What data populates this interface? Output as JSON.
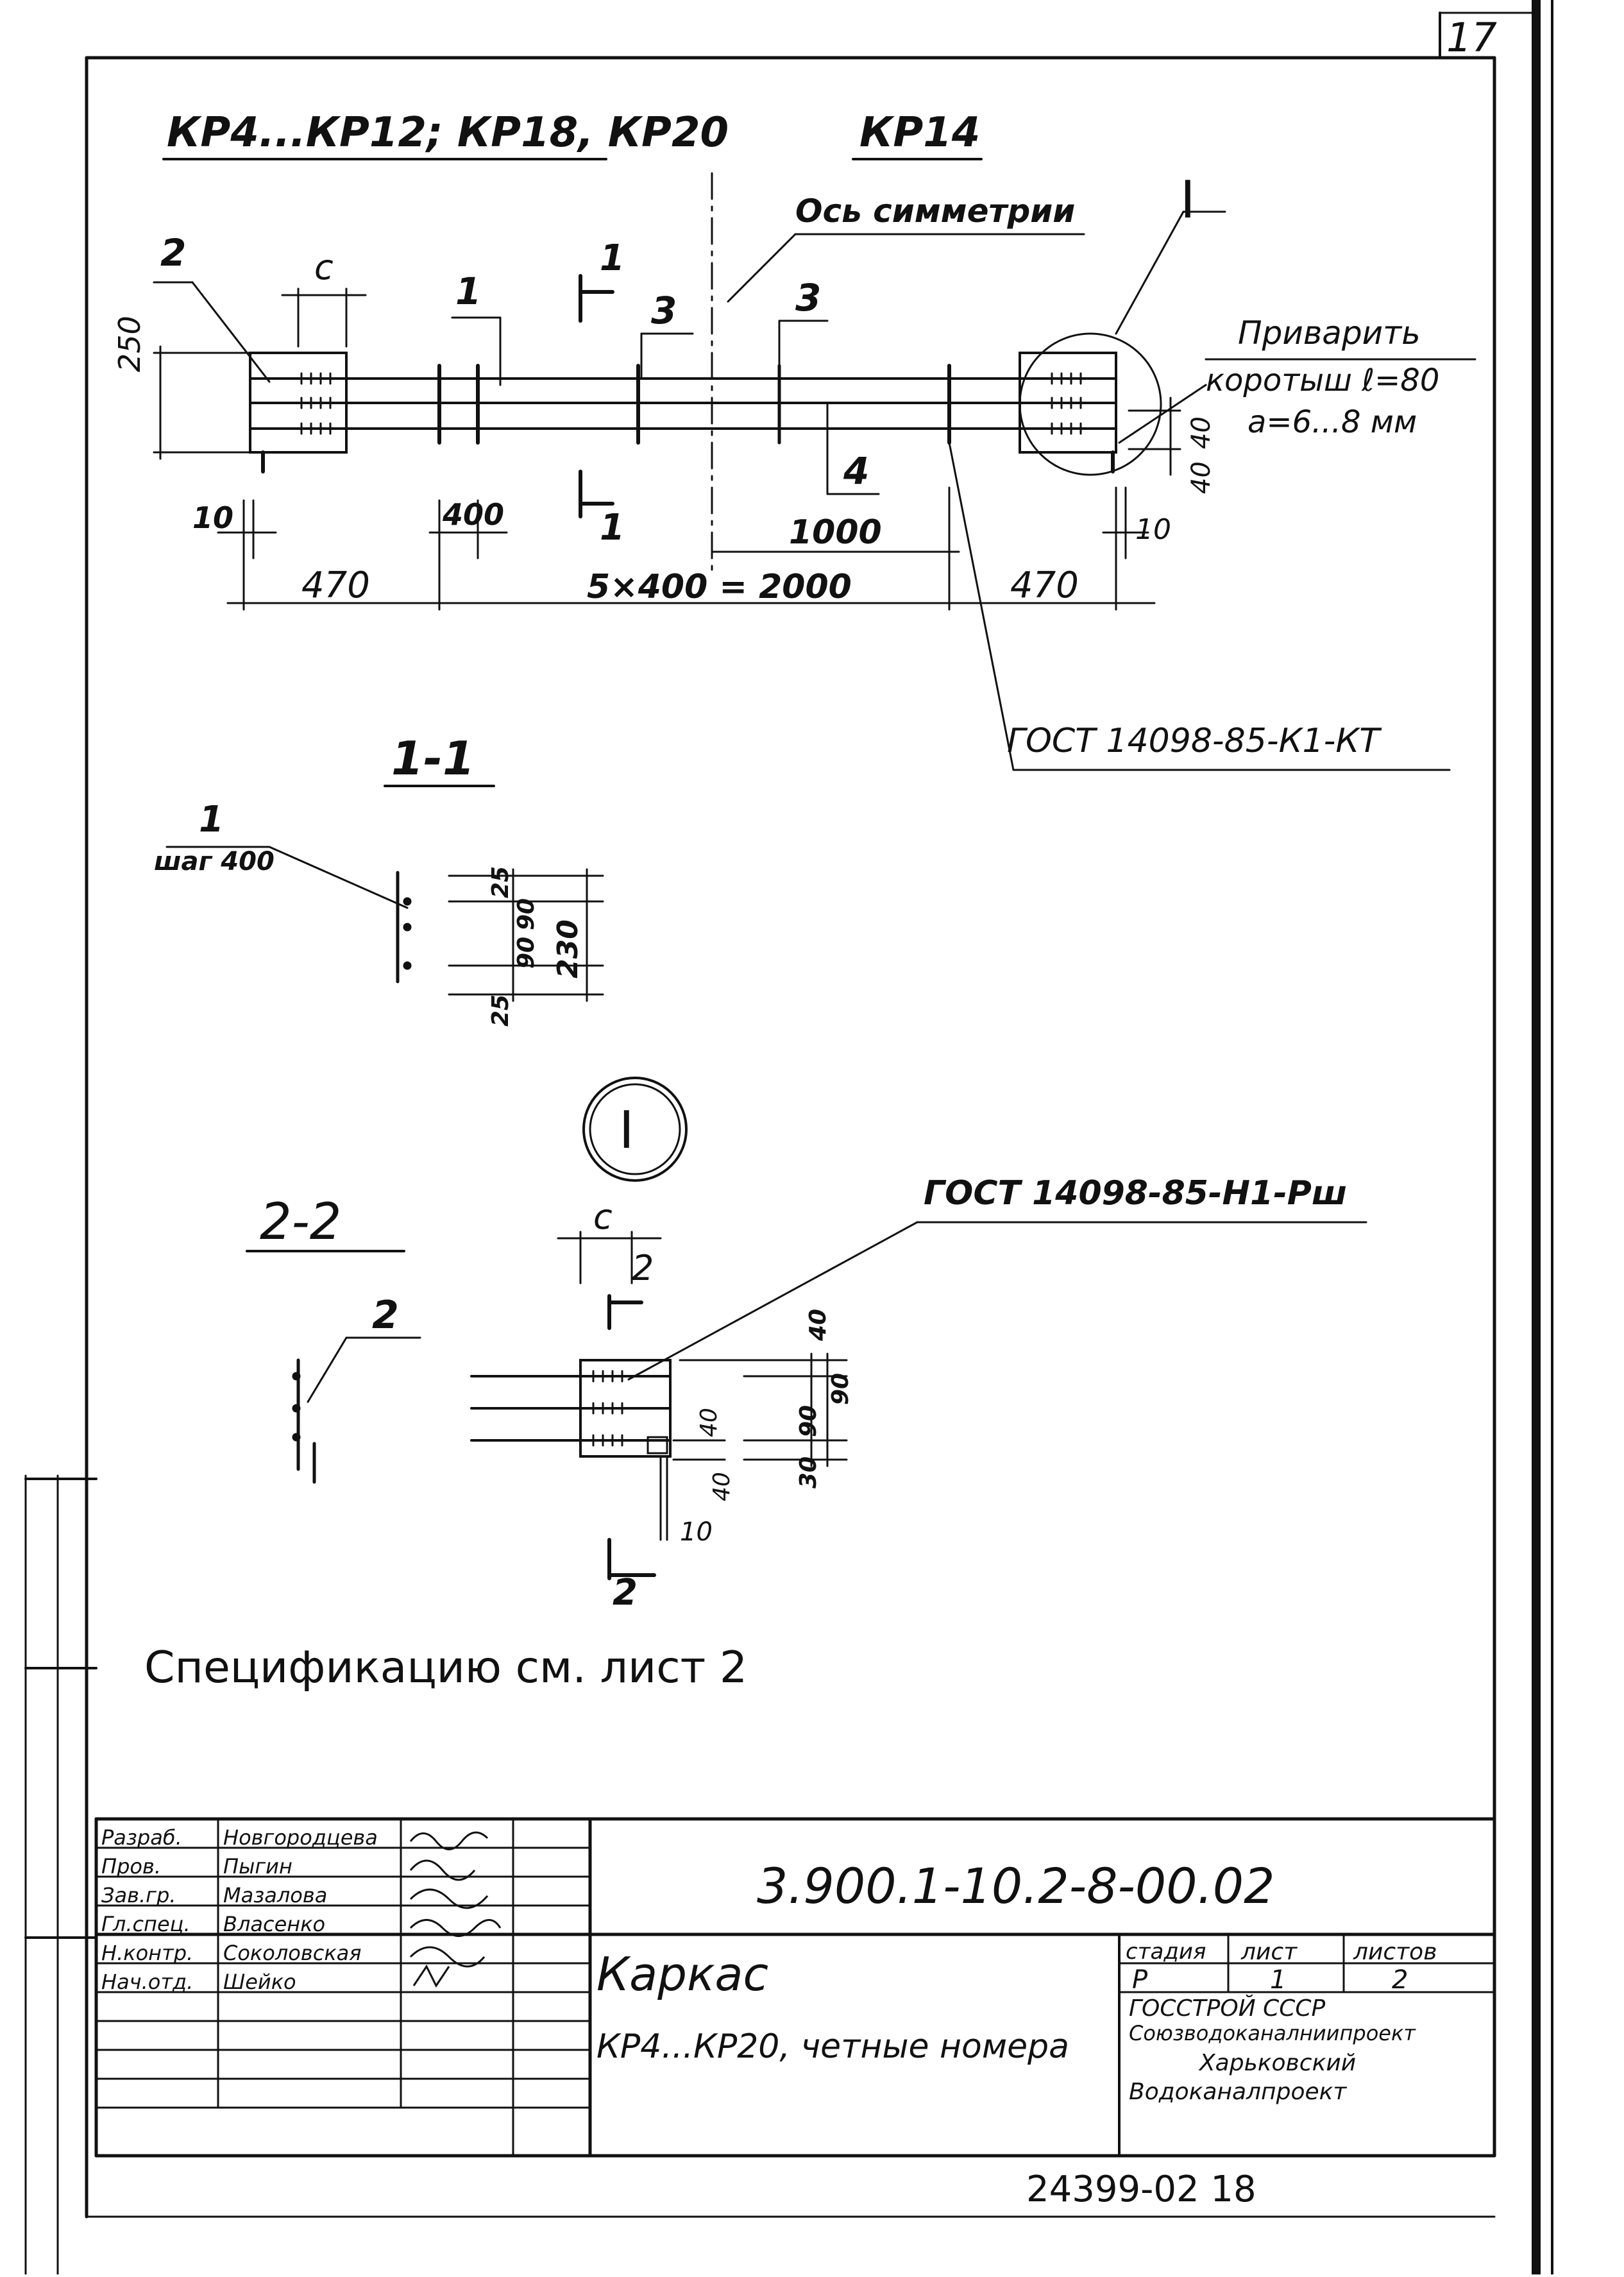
{
  "sheet_number": "17",
  "drawing": {
    "title_left": "КР4...КР12; КР18, КР20",
    "title_right": "КР14",
    "axis_label": "Ось симметрии",
    "node_label": "I",
    "weld_note": [
      "Приварить",
      "коротыш ℓ=80",
      "a=6...8 мм"
    ],
    "gost_main": "ГОСТ 14098-85-К1-КТ",
    "gost_detail": "ГОСТ 14098-85-Н1-Рш",
    "section_1": "1-1",
    "section_2": "2-2",
    "step_label": "шаг 400",
    "dims_plan": {
      "c": "c",
      "h250": "250",
      "d10a": "10",
      "d400": "400",
      "d1000": "1000",
      "d40a": "40",
      "d40b": "40",
      "d10b": "10",
      "d470a": "470",
      "d2000": "5×400 = 2000",
      "d470b": "470"
    },
    "dims_1_1": {
      "d25a": "25",
      "d90a": "90",
      "d90b": "90",
      "d25b": "25",
      "d230": "230"
    },
    "dims_2_2": {
      "c": "c",
      "d40a": "40",
      "d90a": "90",
      "d90b": "90",
      "d30": "30",
      "d40b": "40",
      "d40c": "40",
      "d10": "10"
    },
    "marks": {
      "m1": "1",
      "m2": "2",
      "m3a": "3",
      "m3b": "3",
      "m4": "4",
      "sec1a": "1",
      "sec1b": "1",
      "sec2a": "2",
      "sec2b": "2",
      "mark1": "1",
      "mark2": "2"
    },
    "spec_note": "Спецификацию см. лист 2"
  },
  "title_block": {
    "roles": [
      {
        "role": "Разраб.",
        "name": "Новгородцева"
      },
      {
        "role": "Пров.",
        "name": "Пыгин"
      },
      {
        "role": "Зав.гр.",
        "name": "Мазалова"
      },
      {
        "role": "Гл.спец.",
        "name": "Власенко"
      },
      {
        "role": "Н.контр.",
        "name": "Соколовская"
      },
      {
        "role": "Нач.отд.",
        "name": "Шейко"
      }
    ],
    "doc_code": "3.900.1-10.2-8-00.02",
    "name_main": "Каркас",
    "name_sub": "КР4...КР20, четные номера",
    "headers": {
      "stage": "стадия",
      "sheet": "лист",
      "sheets": "листов"
    },
    "values": {
      "stage": "Р",
      "sheet": "1",
      "sheets": "2"
    },
    "org": [
      "ГОССТРОЙ СССР",
      "Союзводоканалниипроект",
      "Харьковский",
      "Водоканалпроект"
    ]
  },
  "footer_number": "24399-02   18"
}
